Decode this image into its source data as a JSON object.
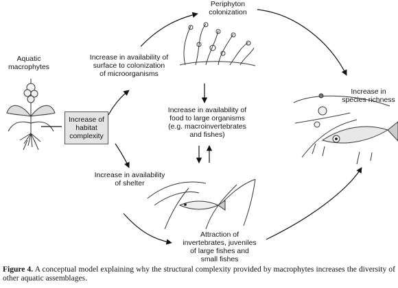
{
  "labels": {
    "macrophytes": [
      "Aquatic",
      "macrophytes"
    ],
    "habitat": [
      "Increase of",
      "habitat",
      "complexity"
    ],
    "surface": [
      "Increase in availability of",
      "surface to colonization",
      "of microorganisms"
    ],
    "periphyton": [
      "Periphyton",
      "colonization"
    ],
    "food": [
      "Increase in availability of",
      "food to large organisms",
      "(e.g. macroinvertebrates",
      "and fishes)"
    ],
    "shelter": [
      "Increase in availability",
      "of shelter"
    ],
    "attraction": [
      "Attraction of",
      "invertebrates, juveniles",
      "of large fishes and",
      "small fishes"
    ],
    "richness": [
      "Increase in",
      "species richness"
    ]
  },
  "caption": {
    "label": "Figure 4.",
    "text": " A conceptual model explaining why the structural complexity provided by macrophytes increases the diversity of other aquatic assemblages."
  }
}
